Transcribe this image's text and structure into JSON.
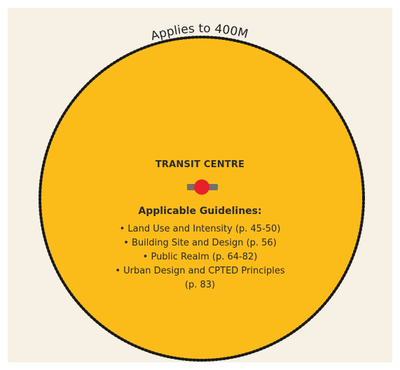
{
  "diagram": {
    "radius_label": "Applies to 400M",
    "centre_title": "TRANSIT CENTRE",
    "guidelines_heading": "Applicable Guidelines:",
    "guidelines": [
      "• Land Use and Intensity (p. 45-50)",
      "• Building Site and Design (p. 56)",
      "• Public Realm (p. 64-82)",
      "• Urban Design and CPTED Principles",
      "(p. 83)"
    ],
    "colors": {
      "background": "#f7f0e4",
      "circle_fill": "#fbbc1a",
      "circle_border": "#1a1a1a",
      "station_marker": "#e8202a",
      "station_bar": "#707070"
    },
    "icons": [
      "transit-station-icon"
    ]
  }
}
